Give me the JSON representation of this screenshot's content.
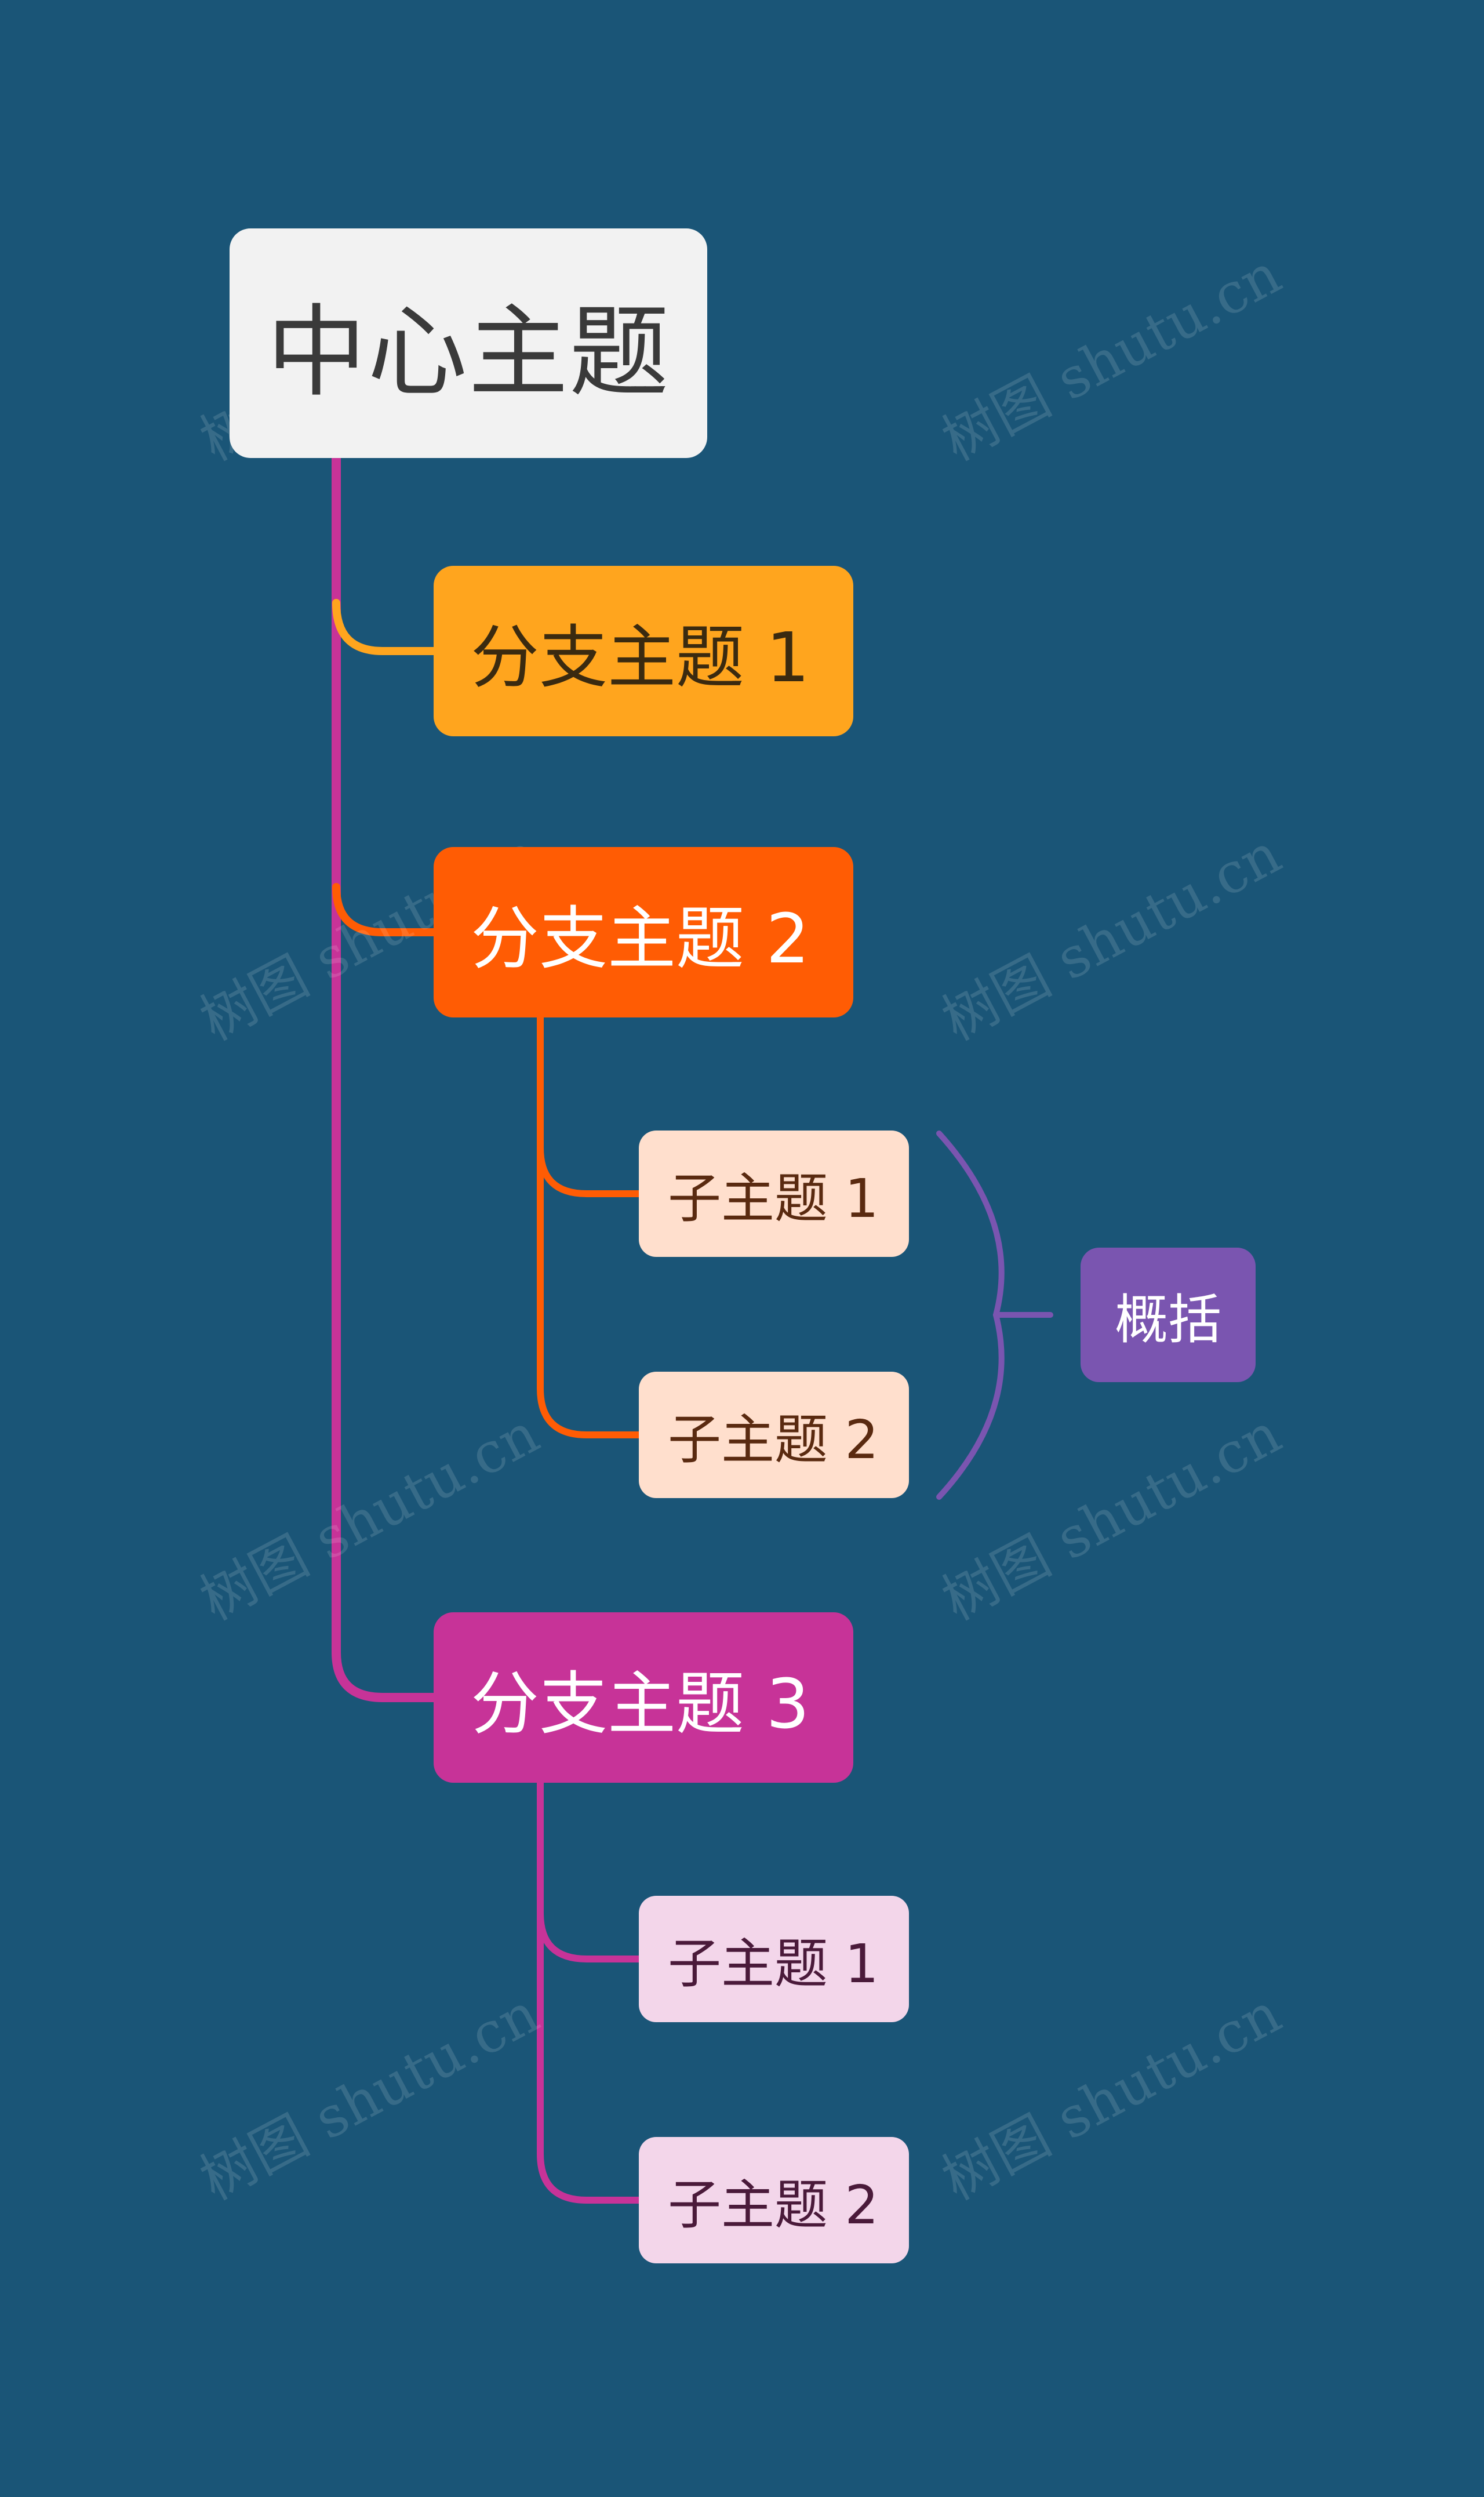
{
  "central": {
    "label": "中心主题",
    "bg": "#f2f2f2",
    "fg": "#3a3a3a"
  },
  "branches": [
    {
      "label": "分支主题 1",
      "bg": "#ffa51e",
      "fg": "#3a2a10",
      "line": "#ffa51e",
      "children": []
    },
    {
      "label": "分支主题 2",
      "bg": "#ff5c04",
      "fg": "#ffffff",
      "line": "#ff5c04",
      "children": [
        {
          "label": "子主题 1",
          "bg": "#ffdfcd",
          "fg": "#5a2a10"
        },
        {
          "label": "子主题 2",
          "bg": "#ffdfcd",
          "fg": "#5a2a10"
        }
      ]
    },
    {
      "label": "分支主题 3",
      "bg": "#c73398",
      "fg": "#ffffff",
      "line": "#c73398",
      "children": [
        {
          "label": "子主题 1",
          "bg": "#f3d6ea",
          "fg": "#4a1a3a"
        },
        {
          "label": "子主题 2",
          "bg": "#f3d6ea",
          "fg": "#4a1a3a"
        }
      ]
    }
  ],
  "trunk_color": "#c73398",
  "summary": {
    "label": "概括",
    "bg": "#7a55b0",
    "fg": "#ffffff",
    "bracket": "#7a55b0"
  },
  "background": "#1a5577",
  "watermark": "树图 shutu.cn"
}
